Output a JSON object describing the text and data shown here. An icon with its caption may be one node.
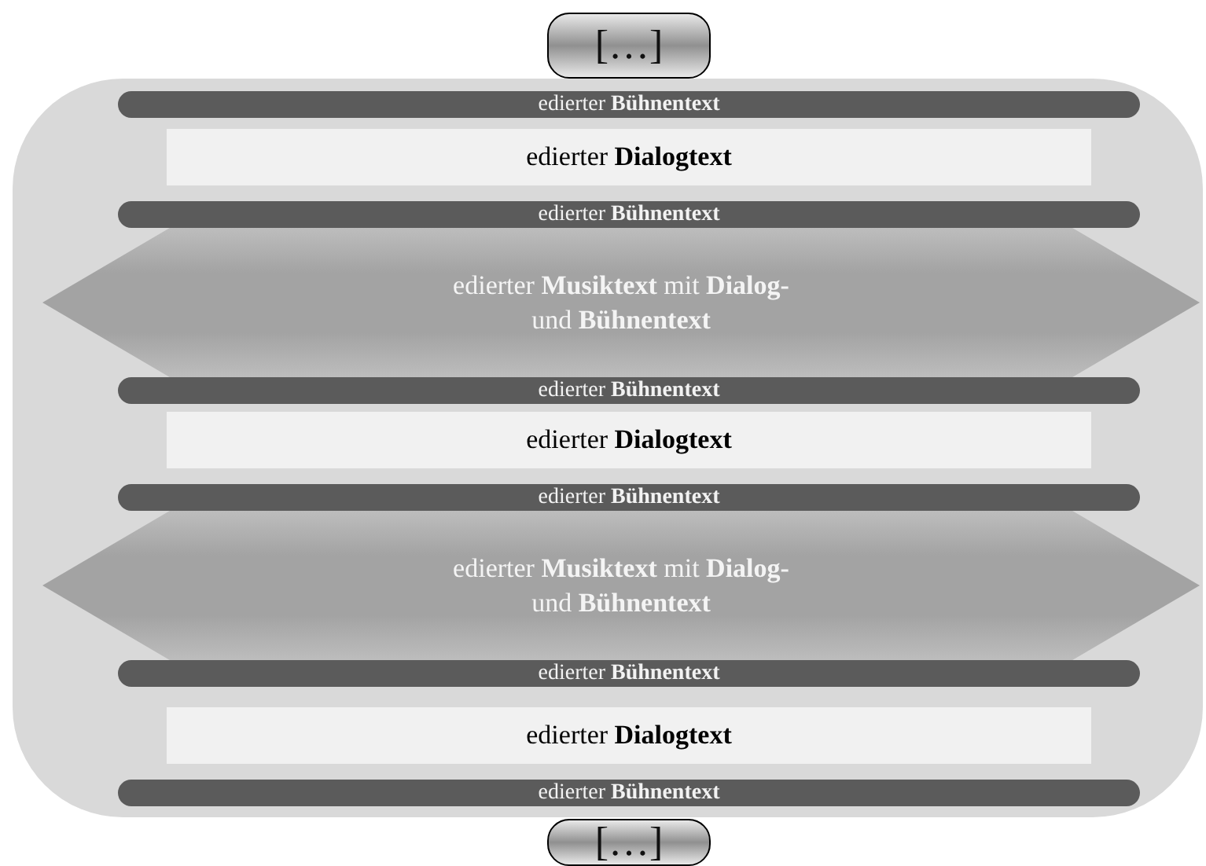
{
  "diagram": {
    "nodes": [
      {
        "text": [
          "[…]"
        ]
      },
      {
        "text": [],
        "shape": "box"
      },
      {
        "text": [
          "edierter **Bühnentext**"
        ],
        "in": 1
      },
      {
        "text": [
          "edierter **Dialogtext**"
        ],
        "in": 1
      },
      {
        "text": [
          "edierter **Bühnentext**"
        ],
        "in": 1
      },
      {
        "text": [
          "edierter **Musiktext** mit **Dialog-** und **Bühnentext**"
        ],
        "in": 1
      },
      {
        "text": [
          "edierter **Bühnentext**"
        ],
        "in": 1
      },
      {
        "text": [
          "edierter **Dialogtext**"
        ],
        "in": 1
      },
      {
        "text": [
          "edierter **Bühnentext**"
        ],
        "in": 1
      },
      {
        "text": [
          "edierter **Musiktext** mit **Dialog-** und **Bühnentext**"
        ],
        "in": 1
      },
      {
        "text": [
          "edierter **Bühnentext**"
        ],
        "in": 1
      },
      {
        "text": [
          "edierter **Dialogtext**"
        ],
        "in": 1
      },
      {
        "text": [
          "edierter **Bühnentext**"
        ],
        "in": 1
      },
      {
        "text": [
          "[…]"
        ]
      }
    ]
  }
}
